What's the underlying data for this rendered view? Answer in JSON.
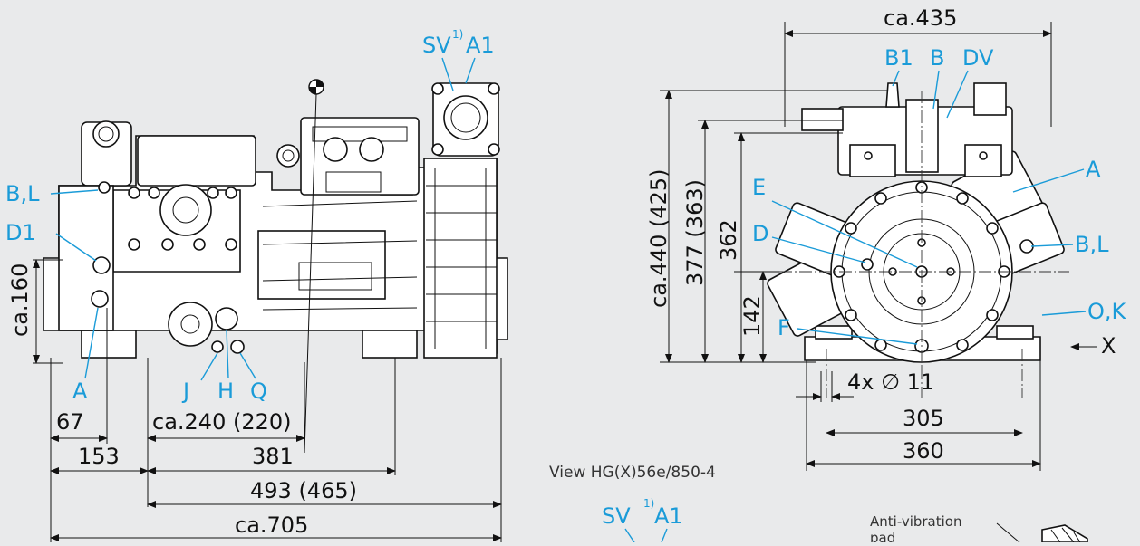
{
  "side_view": {
    "labels": {
      "sv": "SV",
      "sv_note": "1)",
      "a1": "A1",
      "bl": "B,L",
      "d1": "D1",
      "a": "A",
      "j": "J",
      "h": "H",
      "q": "Q"
    },
    "dims": {
      "ca160": "ca.160",
      "d67": "67",
      "ca240": "ca.240 (220)",
      "d153": "153",
      "d381": "381",
      "d493": "493 (465)",
      "ca705": "ca.705"
    }
  },
  "front_view": {
    "labels": {
      "b1": "B1",
      "b": "B",
      "dv": "DV",
      "a": "A",
      "e": "E",
      "d": "D",
      "bl": "B,L",
      "ok": "O,K",
      "f": "F",
      "x": "X"
    },
    "dims": {
      "ca435": "ca.435",
      "ca440": "ca.440 (425)",
      "d377": "377 (363)",
      "d362": "362",
      "d142": "142",
      "holes": "4x ∅ 11",
      "d305": "305",
      "d360": "360"
    }
  },
  "bottom": {
    "caption": "View HG(X)56e/850-4",
    "sv": "SV",
    "sv_note": "1)",
    "a1": "A1",
    "pad_line1": "Anti-vibration",
    "pad_line2": "pad"
  }
}
